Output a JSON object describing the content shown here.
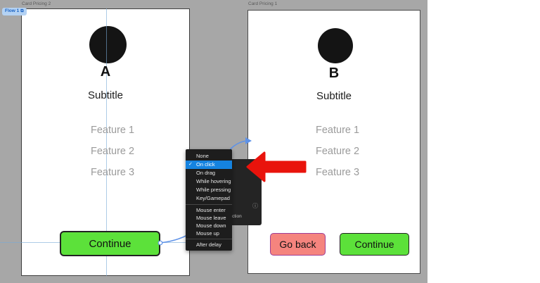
{
  "flow_badge": {
    "label": "Flow 1"
  },
  "frames": {
    "left": {
      "label": "Card Pricing 2",
      "title": "A",
      "subtitle": "Subtitle",
      "features": [
        "Feature 1",
        "Feature 2",
        "Feature 3"
      ],
      "continue_button": "Continue"
    },
    "right": {
      "label": "Card Pricing 1",
      "title": "B",
      "subtitle": "Subtitle",
      "features": [
        "Feature 1",
        "Feature 2",
        "Feature 3"
      ],
      "back_button": "Go back",
      "continue_button": "Continue"
    }
  },
  "menu": {
    "checkmark": "✓",
    "items": [
      {
        "label": "None",
        "selected": false
      },
      {
        "label": "On click",
        "selected": true
      },
      {
        "label": "On drag",
        "selected": false
      },
      {
        "label": "While hovering",
        "selected": false
      },
      {
        "label": "While pressing",
        "selected": false
      },
      {
        "label": "Key/Gamepad",
        "selected": false
      },
      {
        "label": "Mouse enter",
        "selected": false
      },
      {
        "label": "Mouse leave",
        "selected": false
      },
      {
        "label": "Mouse down",
        "selected": false
      },
      {
        "label": "Mouse up",
        "selected": false
      },
      {
        "label": "After delay",
        "selected": false
      }
    ]
  },
  "interaction_panel": {
    "partial_text": "ction",
    "info_icon": "ⓘ"
  },
  "colors": {
    "canvas_gray": "#a7a7a7",
    "button_green": "#5ce13a",
    "button_salmon": "#f5847e",
    "salmon_border_purple": "#9e3c96",
    "menu_highlight_blue": "#1583e0",
    "connector_blue": "#5e92e8",
    "annotation_red": "#e9130c",
    "flow_badge_blue": "#1a63c4"
  }
}
